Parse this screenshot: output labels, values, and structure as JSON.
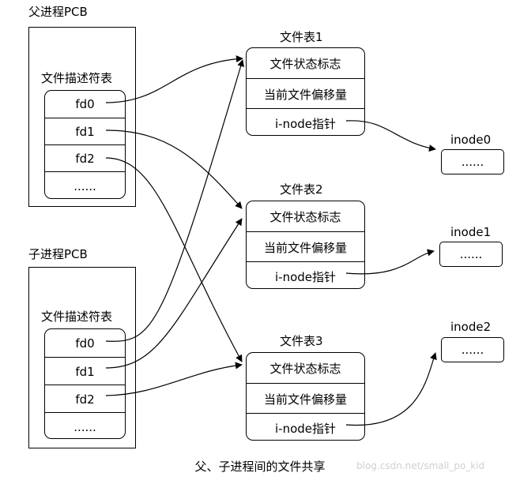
{
  "parent": {
    "title": "父进程PCB",
    "table_title": "文件描述符表",
    "fds": [
      "fd0",
      "fd1",
      "fd2",
      "......"
    ]
  },
  "child": {
    "title": "子进程PCB",
    "table_title": "文件描述符表",
    "fds": [
      "fd0",
      "fd1",
      "fd2",
      "......"
    ]
  },
  "file_tables": [
    {
      "title": "文件表1",
      "rows": [
        "文件状态标志",
        "当前文件偏移量",
        "i-node指针"
      ]
    },
    {
      "title": "文件表2",
      "rows": [
        "文件状态标志",
        "当前文件偏移量",
        "i-node指针"
      ]
    },
    {
      "title": "文件表3",
      "rows": [
        "文件状态标志",
        "当前文件偏移量",
        "i-node指针"
      ]
    }
  ],
  "inodes": [
    {
      "title": "inode0",
      "content": "......"
    },
    {
      "title": "inode1",
      "content": "......"
    },
    {
      "title": "inode2",
      "content": "......"
    }
  ],
  "caption": "父、子进程间的文件共享",
  "watermark": "blog.csdn.net/small_po_kid"
}
